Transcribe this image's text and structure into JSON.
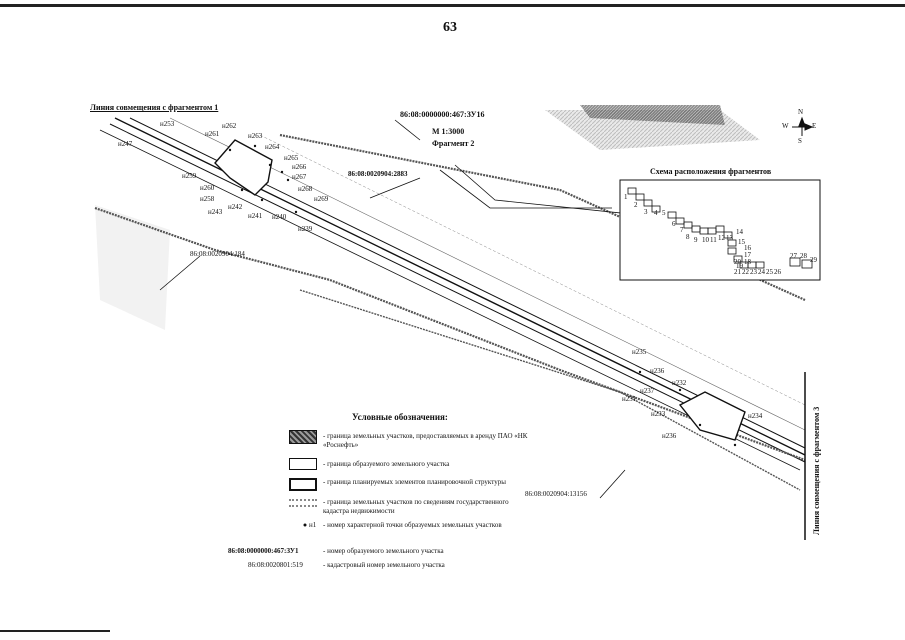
{
  "page": {
    "number": "63"
  },
  "map": {
    "title_left": "Линия совмещения с фрагментом 1",
    "title_right": "Линия совмещения с фрагментом 3",
    "plot_number": "86:08:0000000:467:ЗУ16",
    "scale": "М 1:3000",
    "fragment": "Фрагмент 2",
    "cadastral_labels": [
      "86:08:0020904:2883",
      "86:08:0020904:184",
      "86:08:0020904:13156"
    ],
    "points": [
      "н253",
      "н247",
      "н261",
      "н262",
      "н263",
      "н264",
      "н265",
      "н266",
      "н267",
      "н268",
      "н269",
      "н259",
      "н260",
      "н258",
      "н243",
      "н242",
      "н241",
      "н240",
      "н239",
      "н235",
      "н236",
      "н237",
      "н231",
      "н232",
      "н233",
      "н234",
      "н236"
    ],
    "compass": {
      "north": "N",
      "south": "S",
      "east": "E",
      "west": "W"
    }
  },
  "inset": {
    "title": "Схема расположения фрагментов",
    "numbers": [
      "1",
      "2",
      "3",
      "4",
      "5",
      "6",
      "7",
      "8",
      "9",
      "10",
      "11",
      "12",
      "13",
      "14",
      "15",
      "16",
      "17",
      "18",
      "19",
      "20",
      "21",
      "22",
      "23",
      "24",
      "25",
      "26",
      "27",
      "28",
      "29"
    ]
  },
  "legend": {
    "title": "Условные обозначения:",
    "items": [
      "- граница земельных участков, предоставляемых в аренду ПАО «НК «Роснефть»",
      "- граница образуемого земельного участка",
      "- граница планируемых элементов планировочной структуры",
      "- граница земельных участков по сведениям государственного кадастра недвижимости",
      "- номер характерной точки образуемых земельных участков",
      "- номер образуемого земельного участка",
      "- кадастровый номер земельного участка"
    ],
    "point_sample": "н1",
    "plot_sample": "86:08:0000000:467:ЗУ1",
    "cad_sample": "86:08:0020801:519"
  }
}
